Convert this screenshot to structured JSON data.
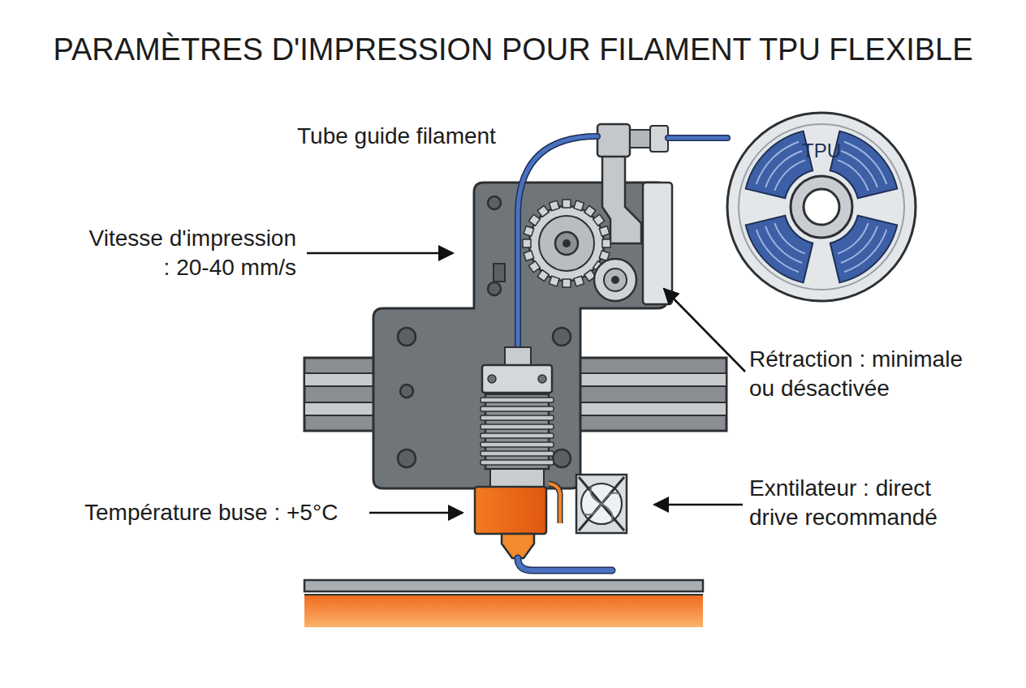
{
  "diagram": {
    "title": "PARAMÈTRES D'IMPRESSION POUR FILAMENT TPU FLEXIBLE",
    "labels": [
      "Tube guide filament",
      "TPU",
      "Vitesse d'impression : 20-40 mm/s",
      "Rétraction : minimale ou désactivée",
      "Température buse : +5°C",
      "Exntilateur : direct drive recommandé"
    ]
  }
}
